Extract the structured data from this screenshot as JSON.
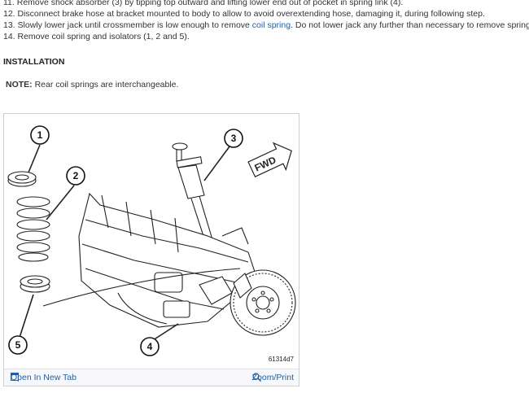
{
  "steps": [
    {
      "text": "11. Remove shock absorber (3) by tipping top outward and lifting lower end out of pocket in spring link (4)."
    },
    {
      "text": "12. Disconnect brake hose at bracket mounted to body to allow to avoid overextending hose, damaging it, during following step."
    },
    {
      "before": "13. Slowly lower jack until crossmember is low enough to remove ",
      "link": "coil spring",
      "after": ". Do not lower jack any further than necessary to remove spring."
    },
    {
      "text": "14. Remove coil spring and isolators (1, 2 and 5)."
    }
  ],
  "section_heading": "INSTALLATION",
  "note": {
    "label": "NOTE:",
    "text": " Rear coil springs are interchangeable."
  },
  "figure": {
    "callouts": [
      "1",
      "2",
      "3",
      "4",
      "5"
    ],
    "fwd_label": "FWD",
    "id_label": "61314d7",
    "open_tab_label": "Open In New Tab",
    "zoom_label": "Zoom/Print"
  }
}
